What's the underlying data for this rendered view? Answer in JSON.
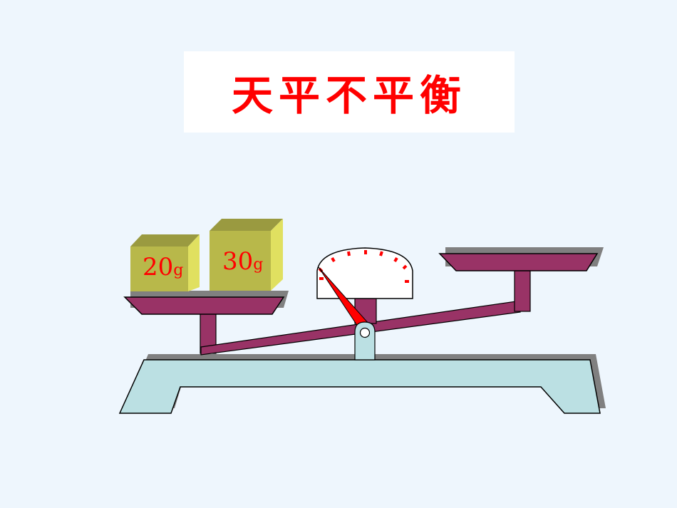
{
  "slide": {
    "title": "天平不平衡",
    "colors": {
      "background": "#eef6fd",
      "title_box": "#ffffff",
      "title_text": "#ff0000",
      "beam": "#993366",
      "base": "#bbe0e3",
      "shadow": "#808080",
      "weight_front": "#b8b84a",
      "weight_top": "#9a9a40",
      "weight_side": "#e0e060",
      "pointer": "#ff0000",
      "dial_ticks": "#ff0000"
    }
  },
  "scale": {
    "state": "unbalanced",
    "left_pan": {
      "weights": [
        {
          "label": "20g",
          "value": 20,
          "unit": "g"
        },
        {
          "label": "30g",
          "value": 30,
          "unit": "g"
        }
      ]
    },
    "right_pan": {
      "weights": []
    },
    "dial": {
      "tick_count": 9,
      "pointer_direction": "left"
    }
  },
  "weights": {
    "w20": {
      "num": "20",
      "unit": "g"
    },
    "w30": {
      "num": "30",
      "unit": "g"
    }
  }
}
